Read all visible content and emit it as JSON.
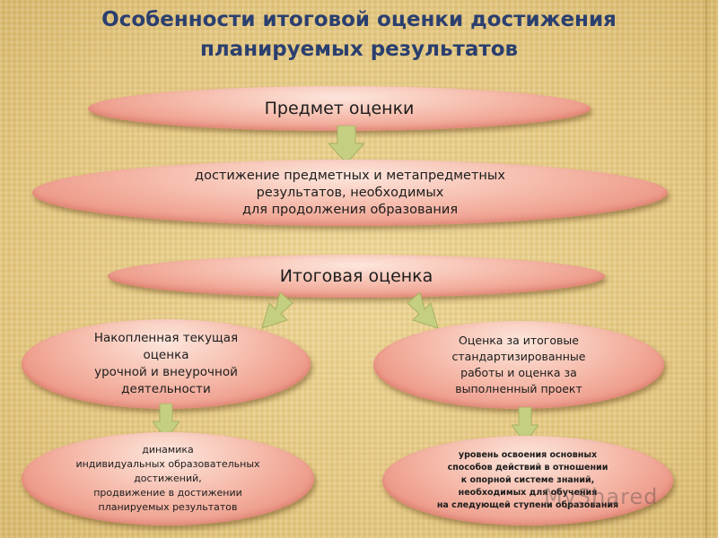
{
  "title": {
    "line1": "Особенности итоговой оценки достижения",
    "line2": "планируемых результатов"
  },
  "nodes": {
    "subject": "Предмет оценки",
    "achievement": [
      "достижение предметных и метапредметных",
      "результатов, необходимых",
      "для продолжения образования"
    ],
    "final": "Итоговая оценка",
    "accumulated": [
      "Накопленная текущая",
      "оценка",
      "урочной и внеурочной",
      "деятельности"
    ],
    "exam": [
      "Оценка за итоговые",
      "стандартизированные",
      "работы и оценка за",
      "выполненный проект"
    ],
    "dynamics": [
      "динамика",
      "индивидуальных образовательных",
      "достижений,",
      "продвижение в достижении",
      "планируемых результатов"
    ],
    "level": [
      "уровень освоения основных",
      "способов действий в отношении",
      "к опорной системе знаний,",
      "необходимых для обучения",
      "на следующей ступени образования"
    ]
  },
  "watermark": "MyShared",
  "colors": {
    "title": "#2b3f6f",
    "oval": "#f5b9a9",
    "arrow": "#c5cf82"
  }
}
